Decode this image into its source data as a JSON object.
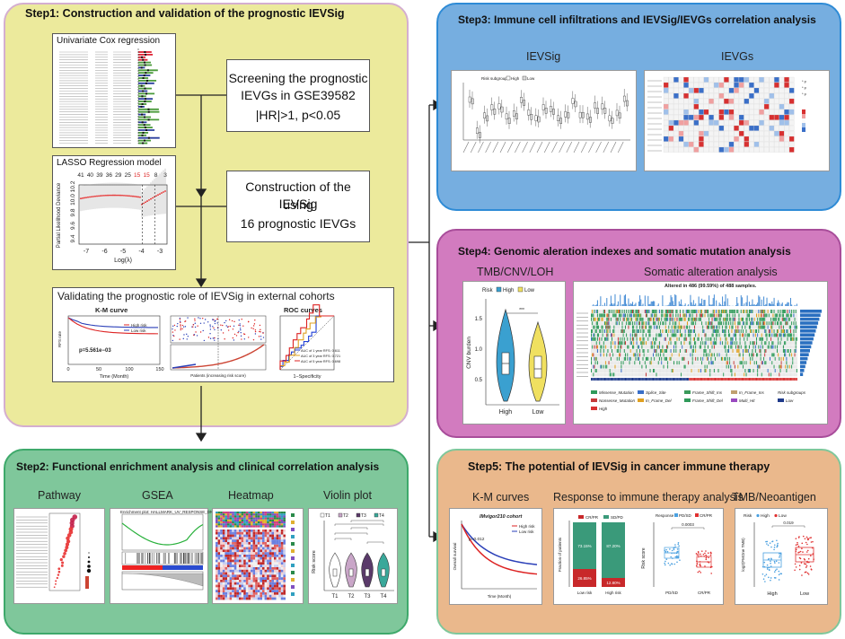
{
  "step1": {
    "title": "Step1: Construction and validation of the prognostic IEVSig",
    "univariate_title": "Univariate Cox regression",
    "screen_text": [
      "Screening the prognostic",
      "IEVGs in GSE39582",
      "|HR|>1, p<0.05"
    ],
    "lasso_title": "LASSO Regression model",
    "lasso_top_ticks": [
      "41",
      "40",
      "39",
      "36",
      "29",
      "25",
      "15",
      "15",
      "8",
      "3"
    ],
    "lasso_ylabel": "Partial Likelihood Deviance",
    "lasso_yticks": [
      "9.4",
      "9.6",
      "9.8",
      "10.0",
      "10.2"
    ],
    "lasso_xticks": [
      "-7",
      "-6",
      "-5",
      "-4",
      "-3"
    ],
    "lasso_xlabel": "Log(λ)",
    "construct_text": [
      "Construction of the IEVSig",
      "using",
      "16 prognostic IEVGs"
    ],
    "validate_title": "Validating the prognostic role of IEVSig in external cohorts",
    "km_title": "K-M curve",
    "km_ylabel": "RFS rate",
    "km_legend": [
      "High risk",
      "Low risk"
    ],
    "km_pvalue": "p=5.561e−03",
    "km_xticks": [
      "0",
      "50",
      "100",
      "150"
    ],
    "km_xlabel": "Time (Month)",
    "risk_xlabel": "Patients (increasing risk score)",
    "roc_title": "ROC curves",
    "roc_legend": [
      "AUC of 1 year RFS: 0.611",
      "AUC of 3 year RFS: 0.721",
      "AUC of 5 year RFS: 0.698"
    ],
    "roc_xlabel": "1−Specificity"
  },
  "step2": {
    "title": "Step2: Functional enrichment analysis and clinical correlation analysis",
    "labels": [
      "Pathway",
      "GSEA",
      "Heatmap",
      "Violin plot"
    ],
    "gsea_title": "Enrichment plot: HALLMARK_UV_RESPONSE_DN",
    "violin_legend": [
      "T1",
      "T2",
      "T3",
      "T4"
    ],
    "violin_xticks": [
      "T1",
      "T2",
      "T3",
      "T4"
    ],
    "violin_ylabel": "Risk score"
  },
  "step3": {
    "title": "Step3: Immune cell infiltrations and IEVSig/IEVGs correlation analysis",
    "labels": [
      "IEVSig",
      "IEVGs"
    ],
    "risk_legend": "Risk subgroups",
    "risk_levels": [
      "High",
      "Low"
    ]
  },
  "step4": {
    "title": "Step4: Genomic aleration indexes and somatic mutation analysis",
    "labels": [
      "TMB/CNV/LOH",
      "Somatic alteration analysis"
    ],
    "violin_legend_title": "Risk",
    "violin_legend": [
      "High",
      "Low"
    ],
    "violin_ylabel": "CNV burden",
    "violin_yticks": [
      "0.5",
      "1.0",
      "1.5"
    ],
    "violin_xticks": [
      "High",
      "Low"
    ],
    "oncoprint_title": "Altered in 486 (99.59%) of 488 samples.",
    "mutation_types": [
      "Missense_Mutation",
      "Splice_Site",
      "Frame_Shift_Ins",
      "In_Frame_Ins",
      "Risk subgroups",
      "Nonsense_Mutation",
      "In_Frame_Del",
      "Frame_Shift_Del",
      "Multi_Hit",
      "Low",
      "High"
    ]
  },
  "step5": {
    "title": "Step5: The potential of IEVSig in cancer immune therapy",
    "labels": [
      "K-M curves",
      "Response to immune therapy analysis",
      "TMB/Neoantigen"
    ],
    "km_cohort": "IMvigor210 cohort",
    "km_legend": [
      "High risk",
      "Low risk"
    ],
    "km_pvalue": "p=0.012",
    "km_ylabel": "Overall survival",
    "km_xlabel": "Time (Month)",
    "bar_legend": [
      "CR/PR",
      "SD/PD"
    ],
    "bar_ylabel": "Fraction of patients",
    "bar_xticks": [
      "Low risk",
      "High risk"
    ],
    "bar_pct": [
      "73.15%",
      "26.85%",
      "87.20%",
      "12.80%"
    ],
    "resp_legend_title": "Response",
    "resp_legend": [
      "PD/SD",
      "CR/PR"
    ],
    "resp_xticks": [
      "PD/SD",
      "CR/PR"
    ],
    "resp_ylabel": "Risk score",
    "resp_p": "0.0003",
    "tmb_legend_title": "Risk",
    "tmb_legend": [
      "High",
      "Low"
    ],
    "tmb_xticks": [
      "High",
      "Low"
    ],
    "tmb_ylabel": "log2(FMOne TMB)",
    "tmb_p": "0.019"
  },
  "colors": {
    "step1_bg": "#ecea9c",
    "step1_border": "#d4aed0",
    "step2_bg": "#7fc79b",
    "step2_border": "#3ea96b",
    "step3_bg": "#76aee0",
    "step3_border": "#2e8bd6",
    "step4_bg": "#d27bbf",
    "step4_border": "#a84d9a",
    "step5_bg": "#eab88c",
    "step5_border": "#7fc79b"
  }
}
